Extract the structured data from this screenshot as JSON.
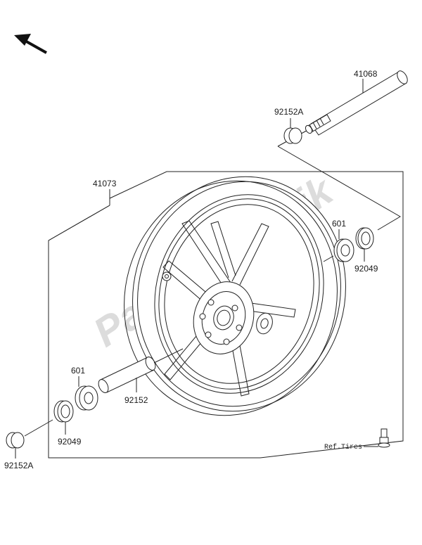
{
  "watermark": "PartsRepublik",
  "labels": {
    "axle": "41068",
    "collar_top": "92152A",
    "wheel": "41073",
    "bearing_right": "601",
    "seal_right": "92049",
    "bearing_left": "601",
    "spacer": "92152",
    "seal_left": "92049",
    "collar_bottom": "92152A",
    "tire_ref": "Ref.Tires"
  },
  "icons": {
    "direction": "arrow-up-left-icon",
    "watermark_gear": "gear-icon"
  }
}
